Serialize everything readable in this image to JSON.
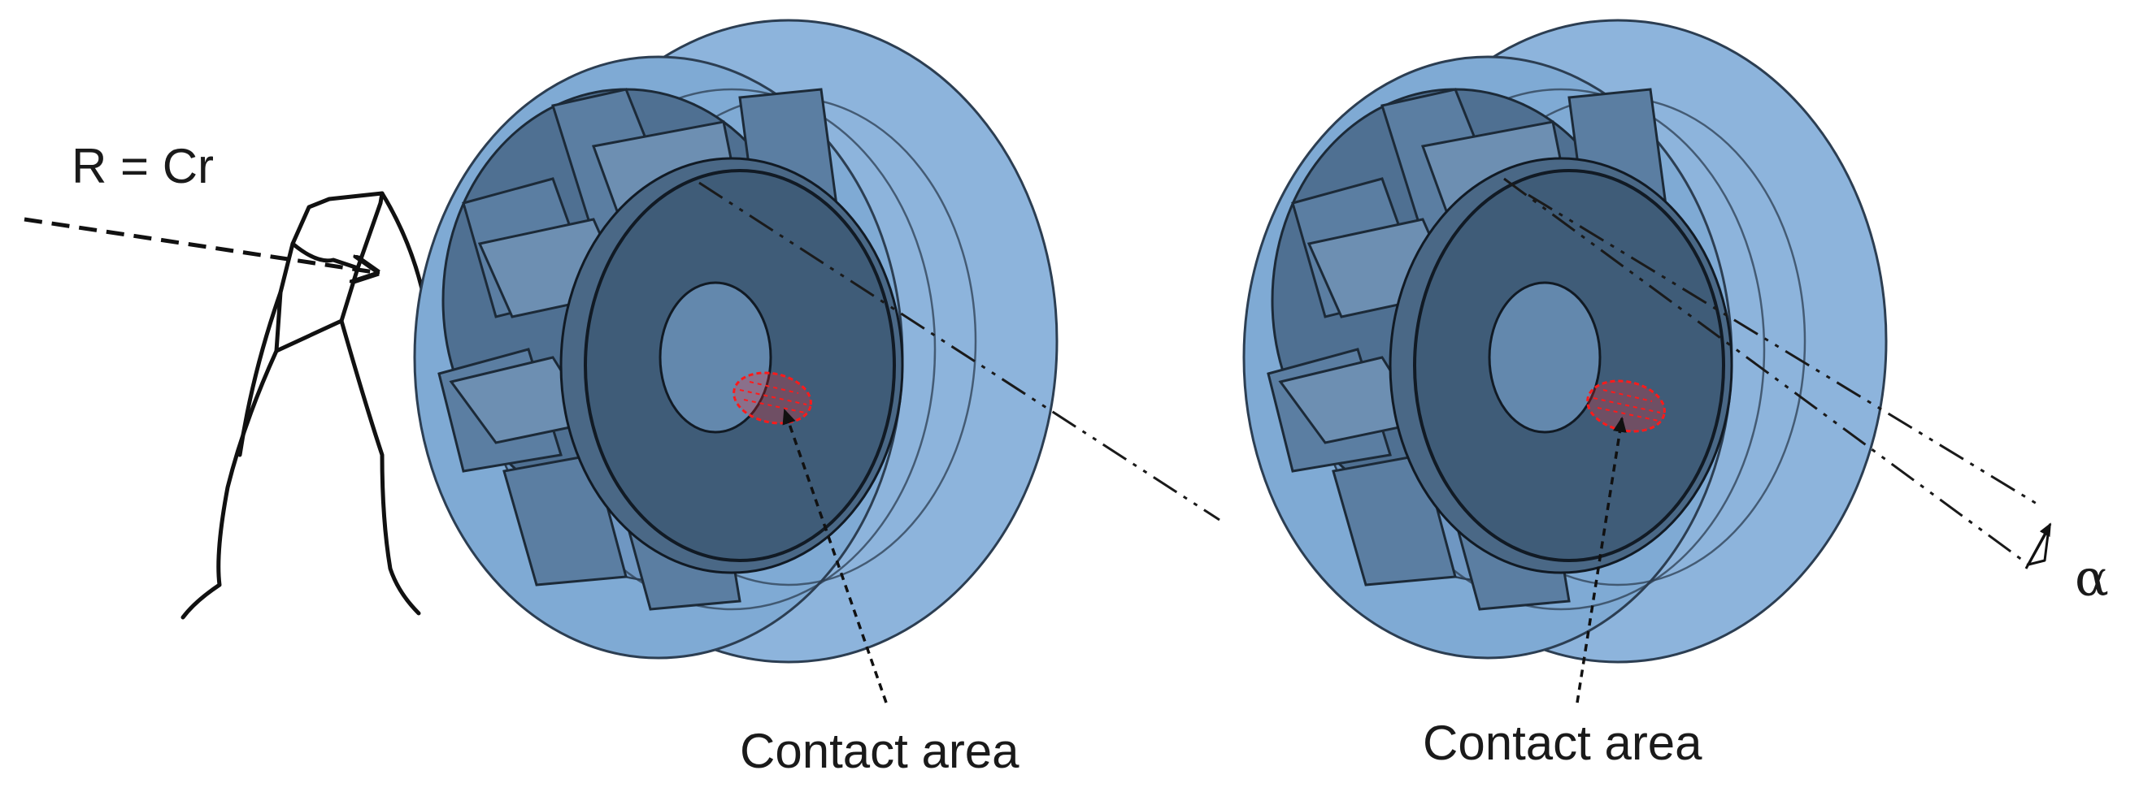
{
  "sketch": {
    "equation": "R = Cr"
  },
  "panels": [
    {
      "id": "aligned",
      "caption": "Contact area"
    },
    {
      "id": "misaligned",
      "caption": "Contact area",
      "angle_symbol": "α"
    }
  ],
  "colors": {
    "housing": "#7faad4",
    "gear": "#4f7092",
    "contact_area": "#ff1a1a"
  }
}
